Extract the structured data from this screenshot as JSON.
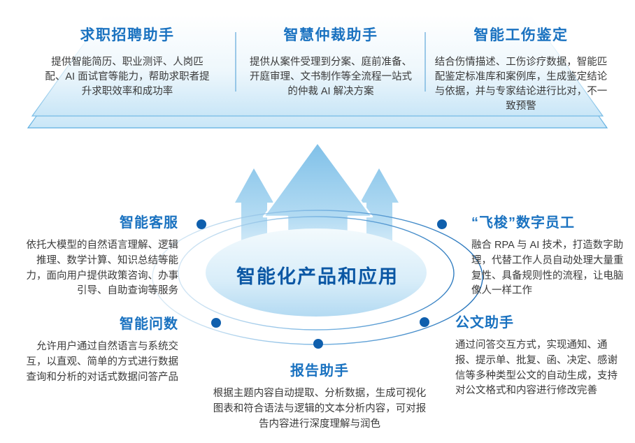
{
  "diagram_title": "智能化产品和应用",
  "colors": {
    "heading_blue": "#1a72c0",
    "center_title_blue": "#0b57a4",
    "body_text": "#3a3a3a",
    "dot_blue": "#0f5fad",
    "ring_blue": "#2e7dc0",
    "arrow_blue": "#7fc0e8",
    "plate_blue": "#c9e6f7"
  },
  "platform_products": [
    {
      "title": "求职招聘助手",
      "description": "提供智能简历、职业测评、人岗匹配、AI 面试官等能力，帮助求职者提升求职效率和成功率"
    },
    {
      "title": "智慧仲裁助手",
      "description": "提供从案件受理到分案、庭前准备、开庭审理、文书制作等全流程一站式的仲裁 AI 解决方案"
    },
    {
      "title": "智能工伤鉴定",
      "description": "结合伤情描述、工伤诊疗数据，智能匹配鉴定标准库和案例库，生成鉴定结论与依据，并与专家结论进行比对，不一致预警"
    }
  ],
  "orbit_products": [
    {
      "title": "智能客服",
      "description": "依托大模型的自然语言理解、逻辑推理、数学计算、知识总结等能力，面向用户提供政策咨询、办事引导、自助查询等服务"
    },
    {
      "title": "“飞梭”数字员工",
      "description": "融合 RPA 与 AI 技术，打造数字助理，代替工作人员自动处理大量重复性、具备规则性的流程，让电脑像人一样工作"
    },
    {
      "title": "智能问数",
      "description": "允许用户通过自然语言与系统交互，以直观、简单的方式进行数据查询和分析的对话式数据问答产品"
    },
    {
      "title": "公文助手",
      "description": "通过问答交互方式，实现通知、通报、提示单、批复、函、决定、感谢信等多种类型公文的自动生成，支持对公文格式和内容进行修改完善"
    },
    {
      "title": "报告助手",
      "description": "根据主题内容自动提取、分析数据，生成可视化图表和符合语法与逻辑的文本分析内容，可对报告内容进行深度理解与润色"
    }
  ]
}
